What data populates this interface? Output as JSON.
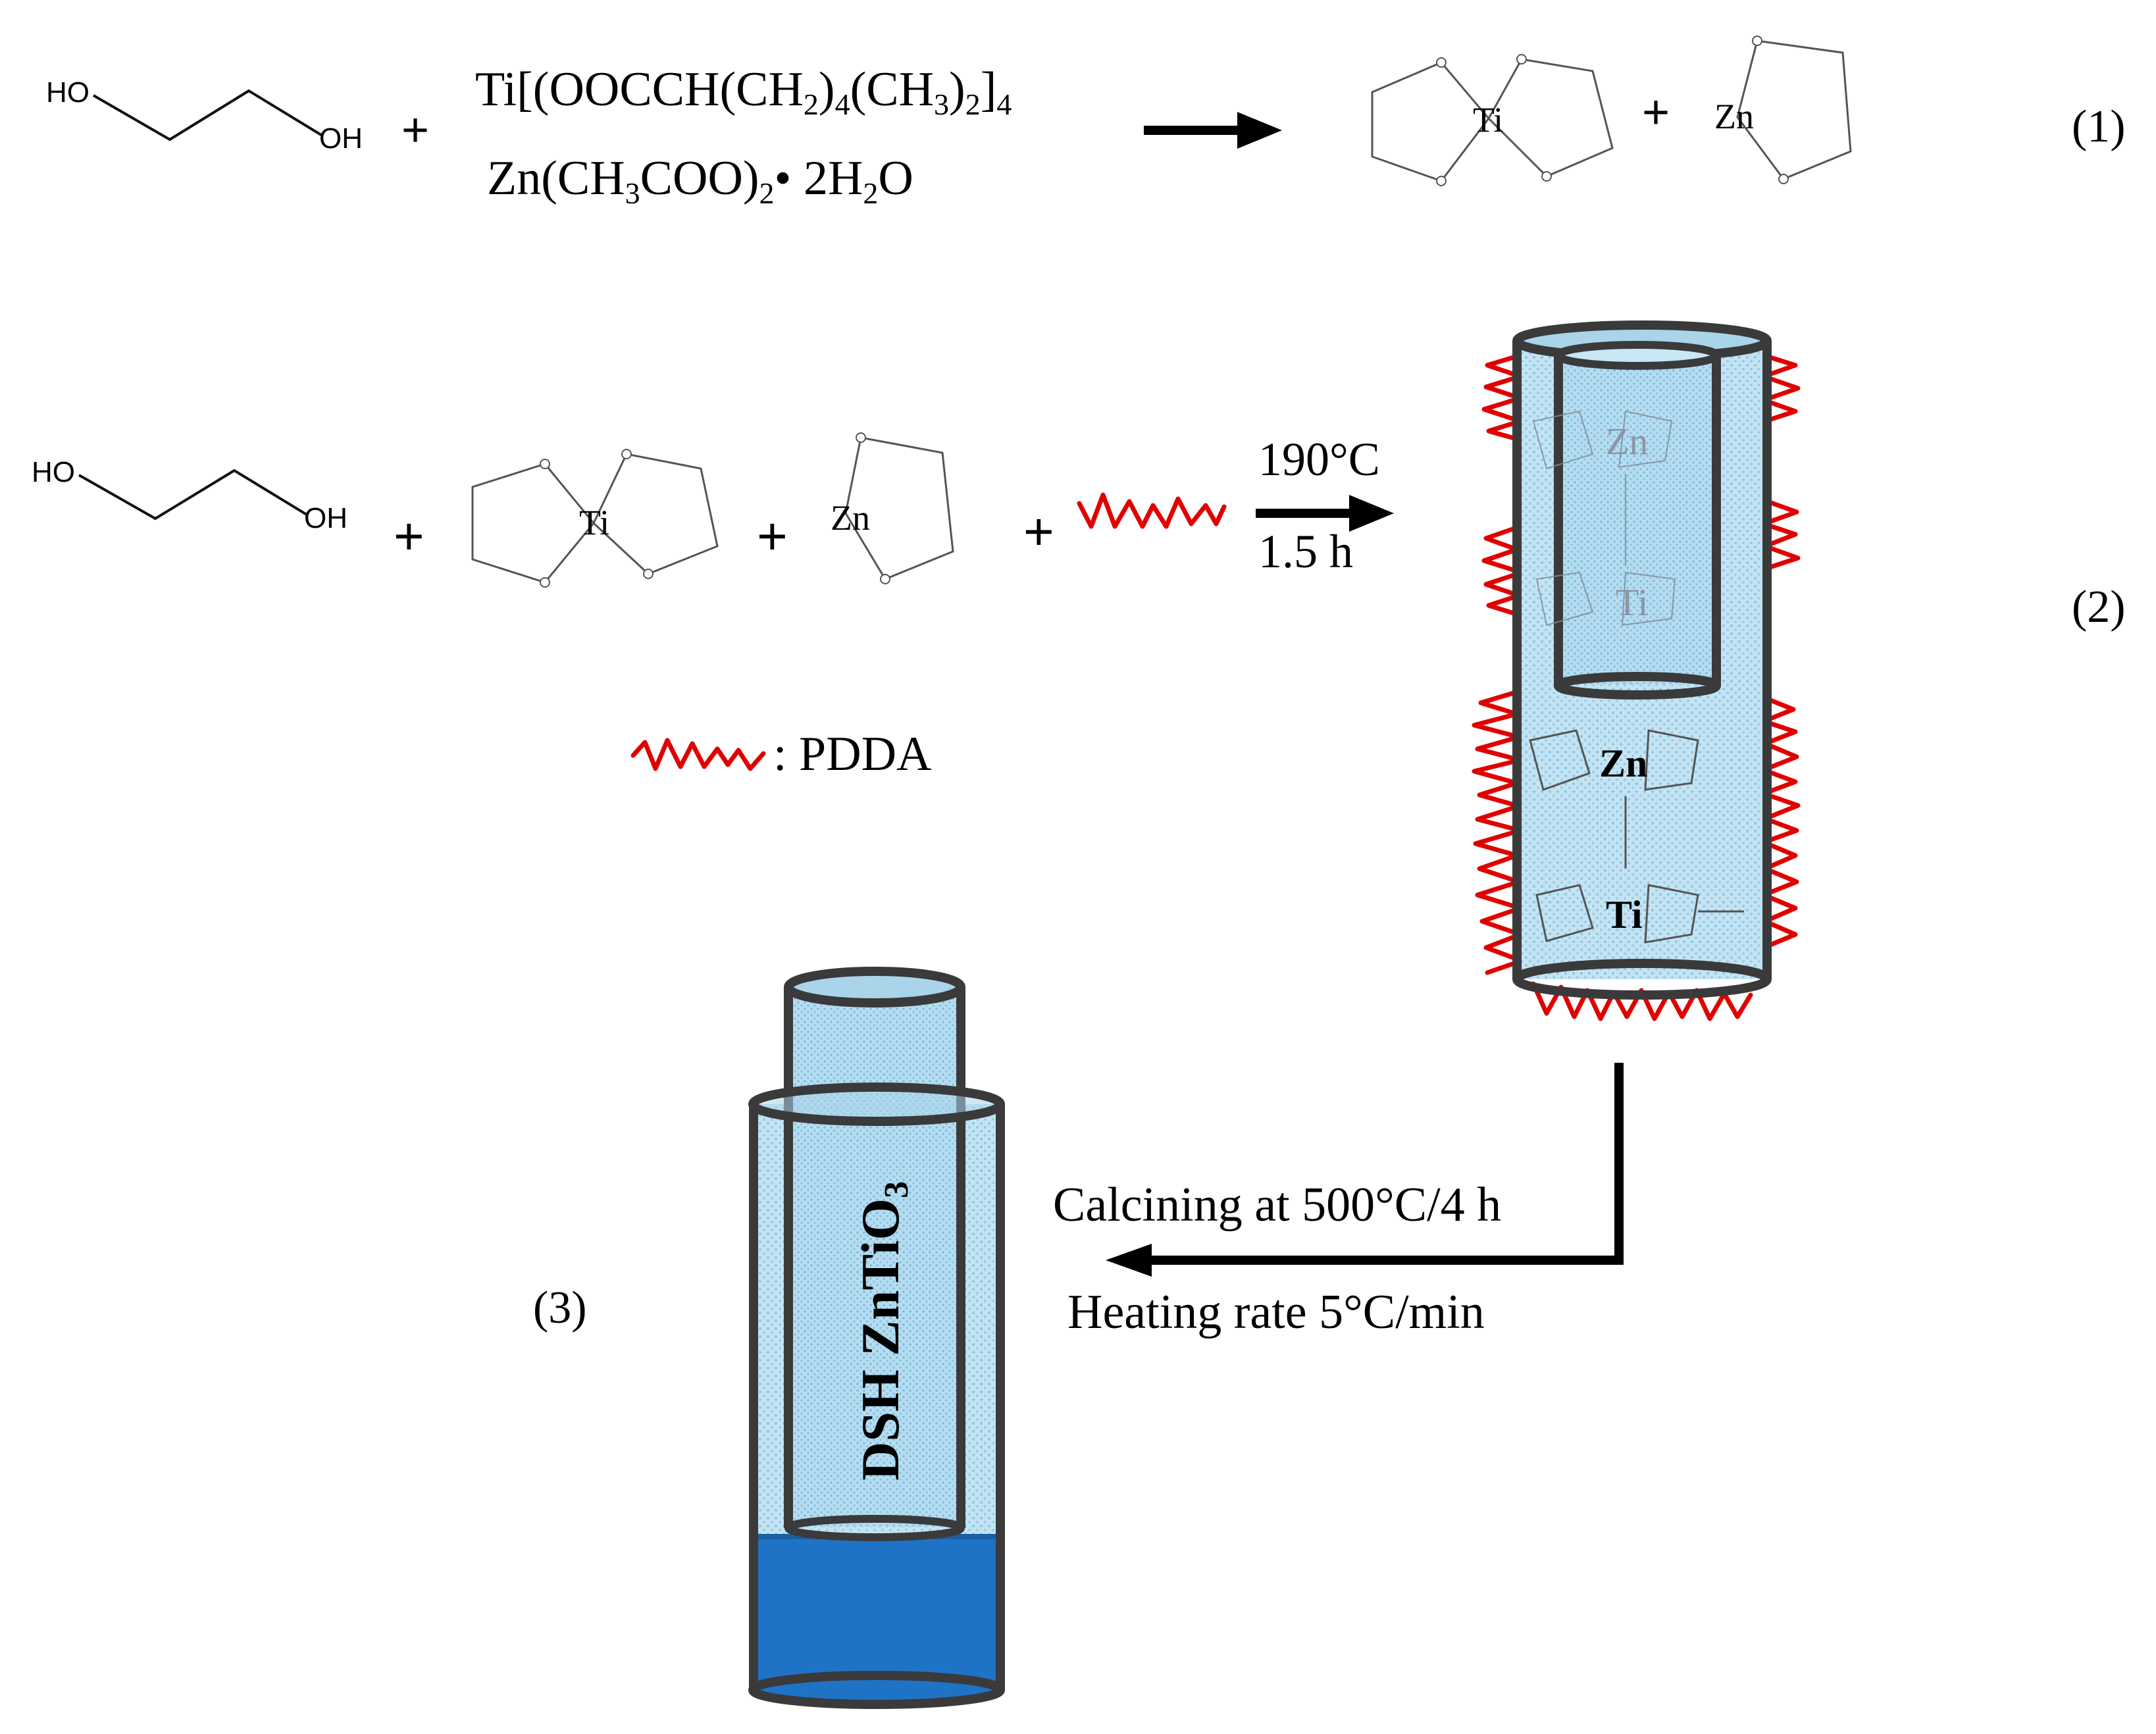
{
  "reactions": {
    "r1": {
      "reactant_a": {
        "left_label": "HO",
        "right_label": "OH"
      },
      "ti_precursor": {
        "prefix": "Ti[(OOCCH(CH",
        "s1": "2",
        "m1": ")",
        "s2": "4",
        "m2": "(CH",
        "s3": "3",
        "m3": ")",
        "s4": "2",
        "m4": "]",
        "s5": "4"
      },
      "zn_precursor": {
        "prefix": "Zn(CH",
        "s1": "3",
        "m1": "COO)",
        "s2": "2",
        "m2": "• 2H",
        "s3": "2",
        "m3": "O"
      },
      "plus": "+",
      "product_ti": "Ti",
      "product_zn": "Zn",
      "number": "(1)"
    },
    "r2": {
      "reactant_a": {
        "left_label": "HO",
        "right_label": "OH"
      },
      "complex_ti": "Ti",
      "complex_zn": "Zn",
      "plus": "+",
      "condition_temp": "190°C",
      "condition_time": "1.5 h",
      "number": "(2)",
      "tube_labels": [
        "Zn",
        "Ti",
        "Zn",
        "Ti"
      ]
    },
    "legend": {
      "label": ": PDDA"
    },
    "r3": {
      "condition_calcining": "Calcining at 500°C/4 h",
      "condition_heating": "Heating rate 5°C/min",
      "number": "(3)",
      "product": {
        "prefix": "DSH ZnTiO",
        "sub": "3"
      }
    }
  },
  "colors": {
    "pdda_line": "#e00000",
    "tube_fill_light": "#bfe2f1",
    "tube_fill_rim": "#a9d4ea",
    "tube_base": "#1e73c6",
    "outline": "#3a3a3a"
  },
  "icons": [
    "ethylene-glycol-structure",
    "ti-glycolate-complex",
    "zn-glycolate-complex",
    "pdda-wave",
    "reaction-arrow",
    "nanotube"
  ]
}
